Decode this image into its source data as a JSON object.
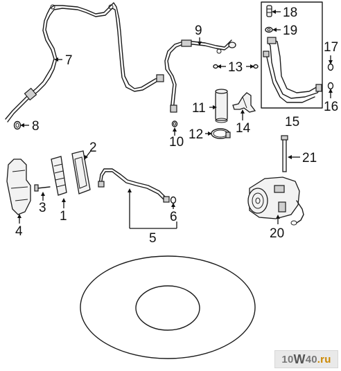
{
  "callouts": {
    "c1": "1",
    "c2": "2",
    "c3": "3",
    "c4": "4",
    "c5": "5",
    "c6": "6",
    "c7": "7",
    "c8": "8",
    "c9": "9",
    "c10": "10",
    "c11": "11",
    "c12": "12",
    "c13": "13",
    "c14": "14",
    "c15": "15",
    "c16": "16",
    "c17": "17",
    "c18": "18",
    "c19": "19",
    "c20": "20",
    "c21": "21"
  },
  "watermark": {
    "part1": "10",
    "part2": "W",
    "part3": "40",
    "part4": ".ru"
  }
}
